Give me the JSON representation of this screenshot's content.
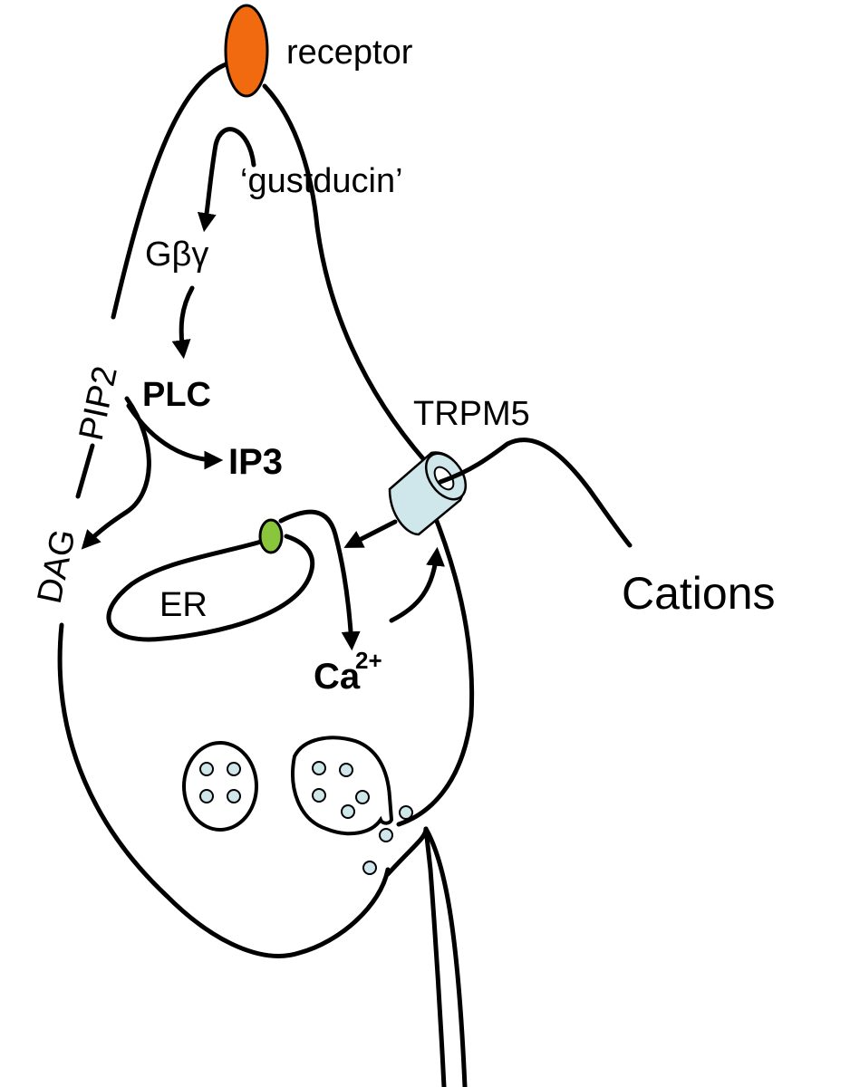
{
  "labels": {
    "receptor": "receptor",
    "gustducin": "‘gustducin’",
    "gbg": "Gβγ",
    "plc": "PLC",
    "pip2": "PIP2",
    "ip3": "IP3",
    "dag": "DAG",
    "er": "ER",
    "ca": "Ca",
    "ca_sup": "2+",
    "trpm5": "TRPM5",
    "cations": "Cations"
  },
  "colors": {
    "receptor": "#f26a0f",
    "plc": "#a9c25c",
    "ip3": "#d41ad0",
    "ca": "#d41ad0",
    "er_channel": "#8ac63c",
    "trpm5": "#cfe6ea",
    "vesicle": "#cfe6ea"
  }
}
